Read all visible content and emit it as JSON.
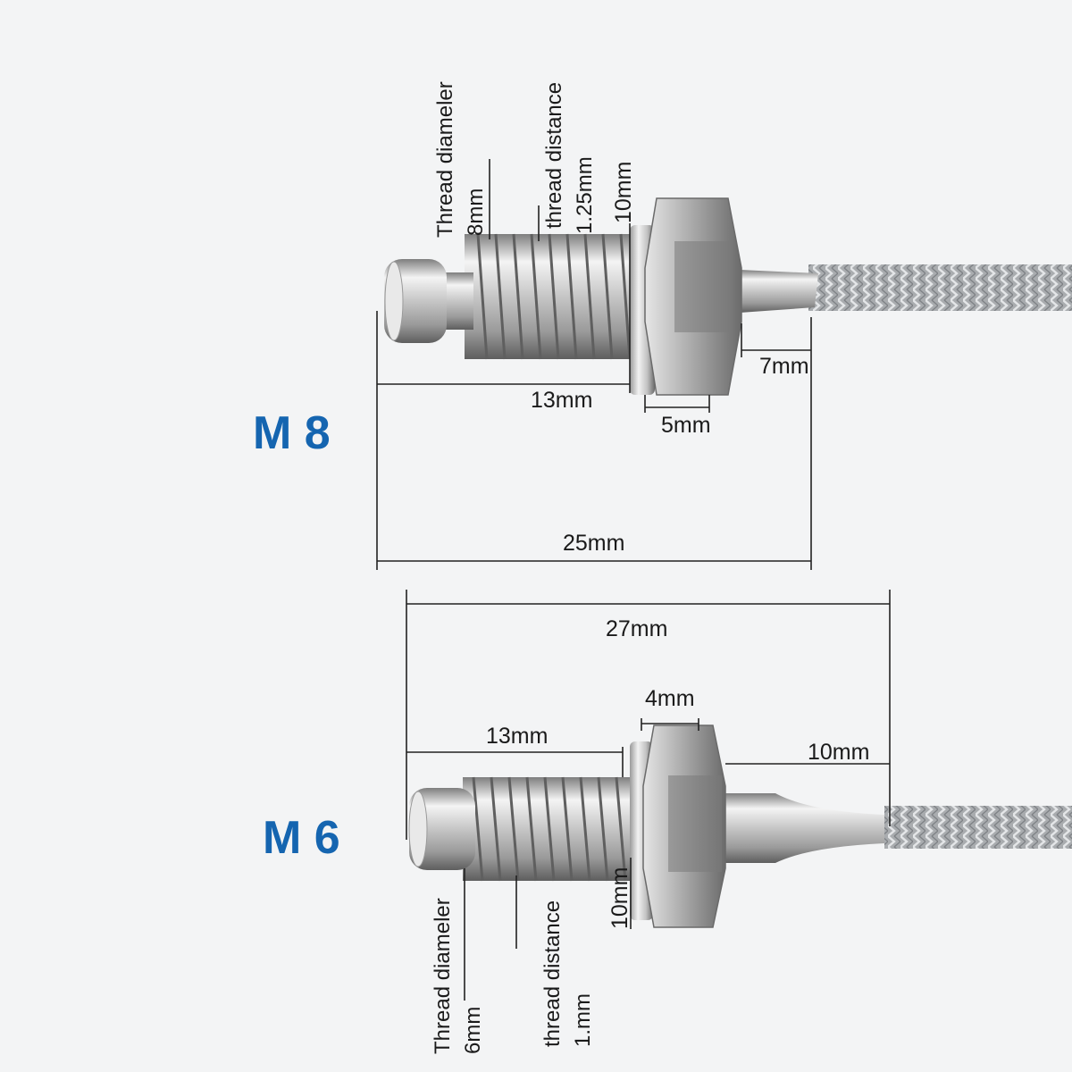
{
  "m8": {
    "model_label": "M 8",
    "thread_diameter_label": "Thread diameler",
    "thread_diameter_value": "8mm",
    "thread_distance_label": "thread distance",
    "thread_distance_value": "1.25mm",
    "nut_height": "10mm",
    "thread_length": "13mm",
    "nut_width": "5mm",
    "sleeve_length": "7mm",
    "total_length": "25mm"
  },
  "m6": {
    "model_label": "M 6",
    "thread_diameter_label": "Thread diameler",
    "thread_diameter_value": "6mm",
    "thread_distance_label": "thread distance",
    "thread_distance_value": "1.mm",
    "nut_height": "10mm",
    "thread_length": "13mm",
    "nut_width": "4mm",
    "sleeve_length": "10mm",
    "total_length": "27mm"
  },
  "colors": {
    "model_label": "#1565b0",
    "steel_light": "#f2f2f2",
    "steel_dark": "#8a8a8a",
    "braid": "#b9bcbf"
  }
}
